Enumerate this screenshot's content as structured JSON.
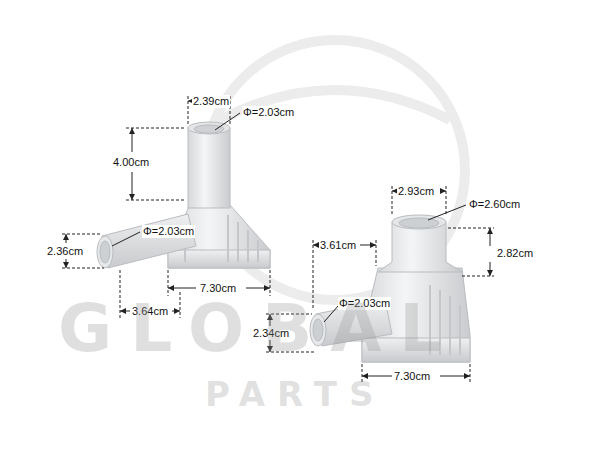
{
  "diagram": {
    "labels": [
      "2.39cm",
      "Φ=2.03cm",
      "4.00cm",
      "Φ=2.03cm",
      "2.36cm",
      "7.30cm",
      "3.64cm",
      "2.93cm",
      "Φ=2.60cm",
      "3.61cm",
      "2.82cm",
      "Φ=2.03cm",
      "2.34cm",
      "7.30cm",
      "GLOBAL",
      "PARTS"
    ]
  }
}
